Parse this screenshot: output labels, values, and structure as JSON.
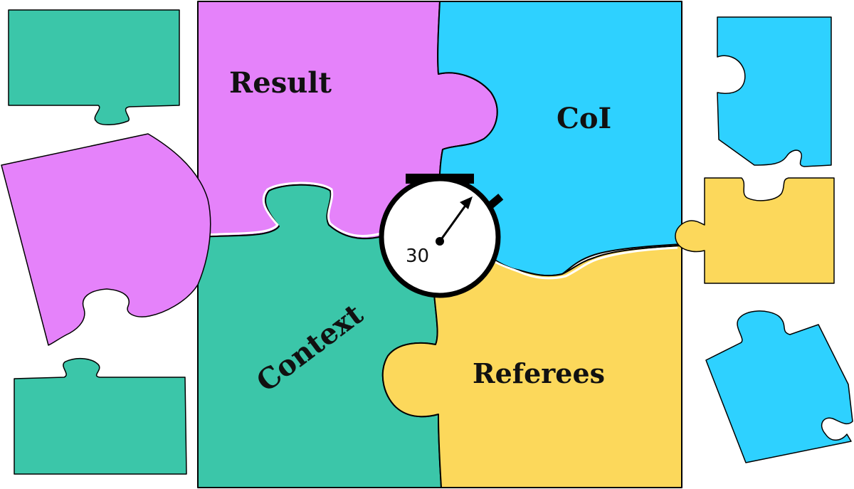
{
  "labels": {
    "result": "Result",
    "coi": "CoI",
    "context": "Context",
    "referees": "Referees"
  },
  "timer": {
    "number": "30"
  },
  "colors": {
    "magenta": "#E582FA",
    "cyan": "#2ED1FF",
    "teal": "#3BC6A9",
    "yellow": "#FCD85B",
    "outline": "#000000",
    "timer_face": "#FFFFFF"
  }
}
